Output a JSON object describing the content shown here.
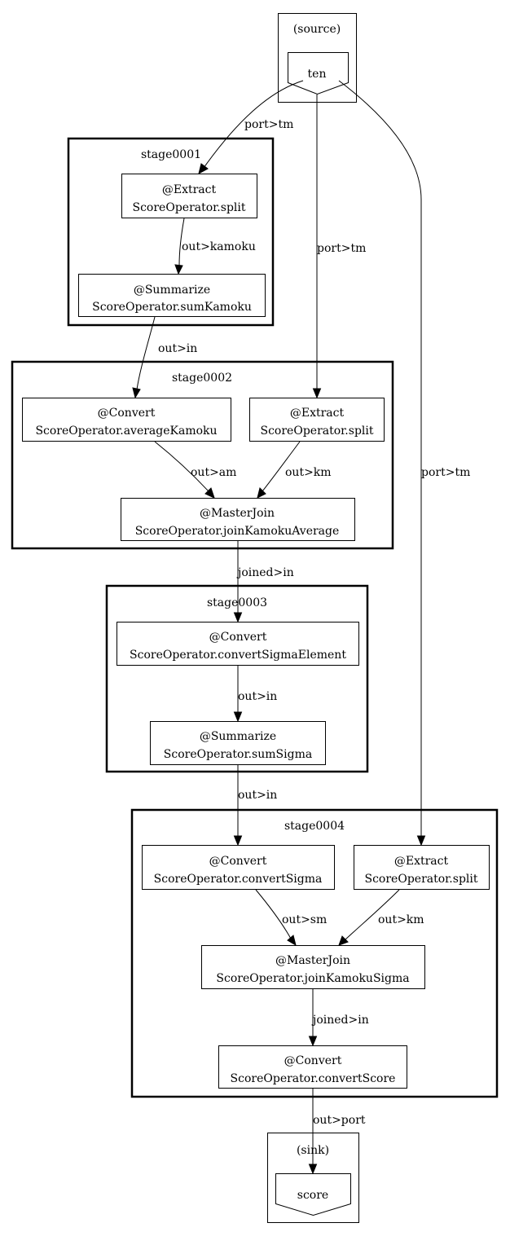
{
  "source": {
    "label": "(source)",
    "port": "ten"
  },
  "sink": {
    "label": "(sink)",
    "port": "score"
  },
  "stages": {
    "s1": "stage0001",
    "s2": "stage0002",
    "s3": "stage0003",
    "s4": "stage0004"
  },
  "nodes": {
    "extract1": {
      "kind": "@Extract",
      "op": "ScoreOperator.split"
    },
    "summarize1": {
      "kind": "@Summarize",
      "op": "ScoreOperator.sumKamoku"
    },
    "convert2": {
      "kind": "@Convert",
      "op": "ScoreOperator.averageKamoku"
    },
    "extract2": {
      "kind": "@Extract",
      "op": "ScoreOperator.split"
    },
    "masterjoin2": {
      "kind": "@MasterJoin",
      "op": "ScoreOperator.joinKamokuAverage"
    },
    "convert3": {
      "kind": "@Convert",
      "op": "ScoreOperator.convertSigmaElement"
    },
    "summarize3": {
      "kind": "@Summarize",
      "op": "ScoreOperator.sumSigma"
    },
    "convert4": {
      "kind": "@Convert",
      "op": "ScoreOperator.convertSigma"
    },
    "extract4": {
      "kind": "@Extract",
      "op": "ScoreOperator.split"
    },
    "masterjoin4": {
      "kind": "@MasterJoin",
      "op": "ScoreOperator.joinKamokuSigma"
    },
    "convert4b": {
      "kind": "@Convert",
      "op": "ScoreOperator.convertScore"
    }
  },
  "edges": {
    "e1": "port>tm",
    "e2": "port>tm",
    "e3": "port>tm",
    "e4": "out>kamoku",
    "e5": "out>in",
    "e6": "out>am",
    "e7": "out>km",
    "e8": "joined>in",
    "e9": "out>in",
    "e10": "out>in",
    "e11": "out>sm",
    "e12": "out>km",
    "e13": "joined>in",
    "e14": "out>port"
  }
}
